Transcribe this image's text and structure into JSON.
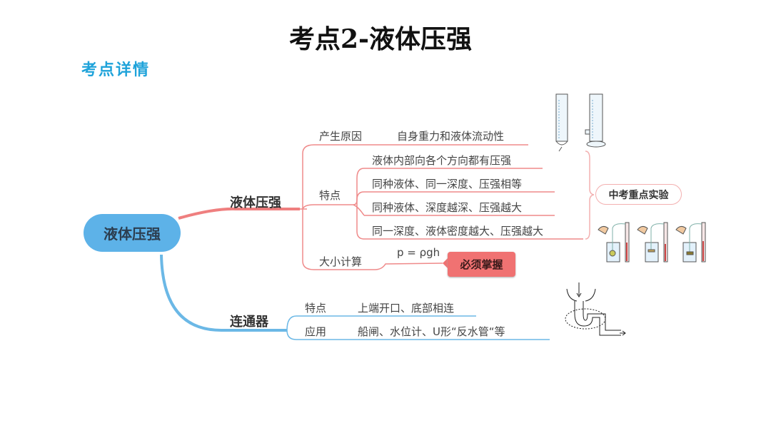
{
  "title": "考点2-液体压强",
  "subtitle": "考点详情",
  "mindmap": {
    "root": "液体压强",
    "branch_pressure": {
      "label": "液体压强",
      "cause": {
        "label": "产生原因",
        "value": "自身重力和液体流动性"
      },
      "features": {
        "label": "特点",
        "items": [
          "液体内部向各个方向都有压强",
          "同种液体、同一深度、压强相等",
          "同种液体、深度越深、压强越大",
          "同一深度、液体密度越大、压强越大"
        ]
      },
      "calc": {
        "label": "大小计算",
        "formula": "p = ρgh",
        "tag": "必须掌握"
      },
      "experiment_tag": "中考重点实验"
    },
    "branch_connector": {
      "label": "连通器",
      "feature": {
        "label": "特点",
        "value": "上端开口、底部相连"
      },
      "application": {
        "label": "应用",
        "value": "船闸、水位计、U形“反水管“等"
      }
    }
  },
  "colors": {
    "red_branch": "#ef8a8a",
    "blue_branch": "#6bb8e6",
    "root_fill": "#5db2e8",
    "subtitle": "#1fa3da",
    "tag_fill": "#f07272"
  }
}
